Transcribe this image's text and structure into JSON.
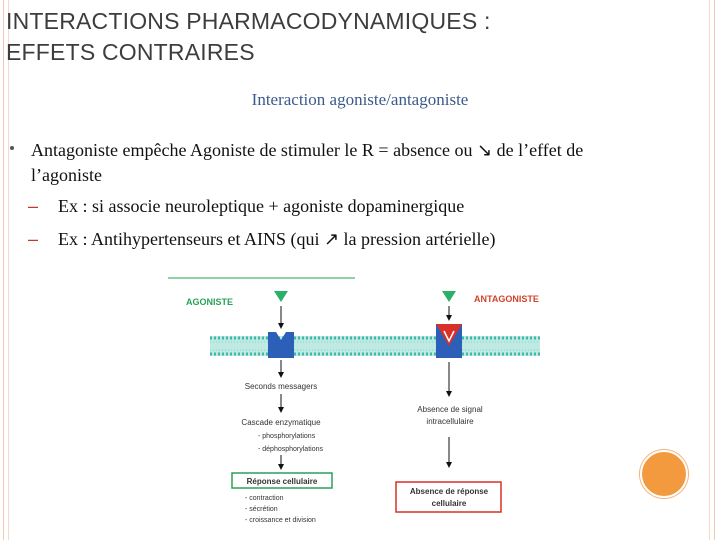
{
  "slide": {
    "title_line1": "INTERACTIONS PHARMACODYNAMIQUES :",
    "title_line2": "EFFETS CONTRAIRES",
    "subtitle": "Interaction agoniste/antagoniste",
    "bullet_main_line1": "Antagoniste empêche Agoniste de stimuler le R = absence ou ↘ de l’effet de",
    "bullet_main_line2": "l’agoniste",
    "sub_bullets": [
      "Ex : si associe neuroleptique + agoniste dopaminergique",
      "Ex : Antihypertenseurs et AINS (qui ↗ la pression artérielle)"
    ],
    "dash_symbol": "–"
  },
  "diagram": {
    "agoniste_label": "AGONISTE",
    "antagoniste_label": "ANTAGONISTE",
    "seconds_messagers": "Seconds messagers",
    "cascade": "Cascade enzymatique",
    "phospho": "- phosphorylations",
    "dephospho": "- déphosphorylations",
    "reponse": "Réponse cellulaire",
    "reponse_items": [
      "- contraction",
      "- sécrétion",
      "- croissance et division"
    ],
    "absence_signal_line1": "Absence de signal",
    "absence_signal_line2": "intracellulaire",
    "absence_reponse_line1": "Absence de réponse",
    "absence_reponse_line2": "cellulaire",
    "colors": {
      "green": "#2aa05a",
      "blue": "#2b5fb8",
      "red": "#d9302a",
      "membrane": "#3fb8a8"
    }
  }
}
